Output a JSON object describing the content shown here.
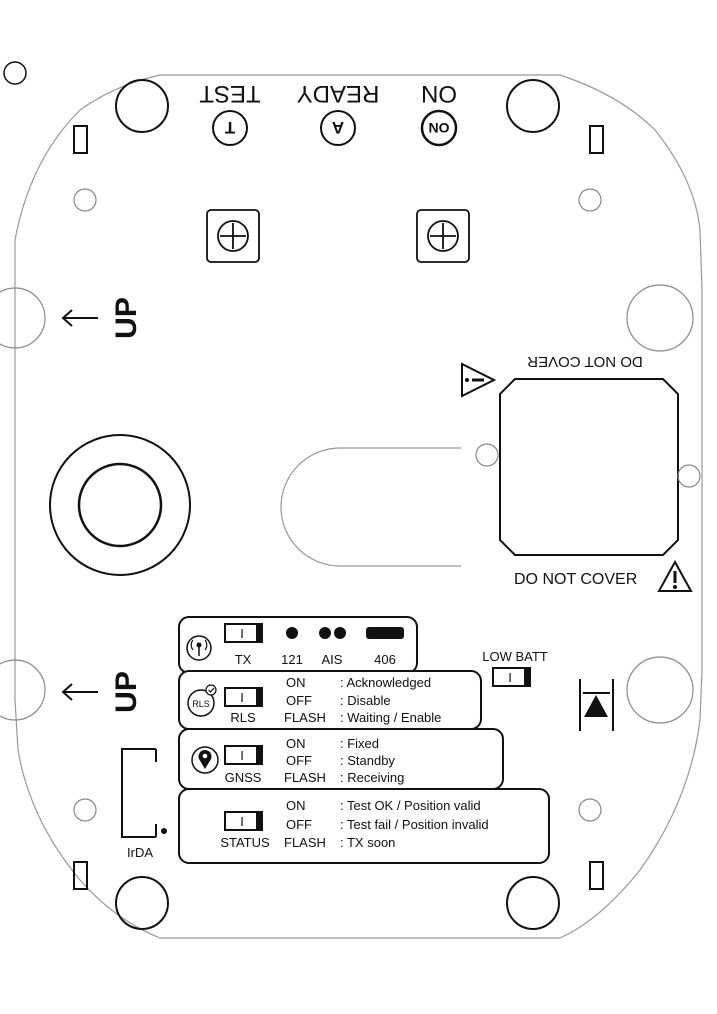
{
  "top_labels": {
    "test": "TEST",
    "ready": "READY",
    "on": "ON",
    "test_letter": "T",
    "ready_letter": "A",
    "on_letter": "ON"
  },
  "up_label": "UP",
  "do_not_cover_upside": "DO NOT COVER",
  "do_not_cover": "DO NOT COVER",
  "low_batt": "LOW BATT",
  "irda": "IrDA",
  "tx_row": {
    "tx": "TX",
    "l121": "121",
    "ais": "AIS",
    "l406": "406"
  },
  "rls_row": {
    "icon_text": "RLS",
    "label": "RLS",
    "states": [
      "ON",
      "OFF",
      "FLASH"
    ],
    "meanings": [
      ": Acknowledged",
      ": Disable",
      ": Waiting / Enable"
    ]
  },
  "gnss_row": {
    "label": "GNSS",
    "states": [
      "ON",
      "OFF",
      "FLASH"
    ],
    "meanings": [
      ": Fixed",
      ": Standby",
      ": Receiving"
    ]
  },
  "status_row": {
    "label": "STATUS",
    "states": [
      "ON",
      "OFF",
      "FLASH"
    ],
    "meanings": [
      ": Test OK / Position valid",
      ": Test fail / Position invalid",
      ": TX soon"
    ]
  },
  "led_glyph": "I",
  "colors": {
    "line": "#111111",
    "background": "#ffffff"
  }
}
